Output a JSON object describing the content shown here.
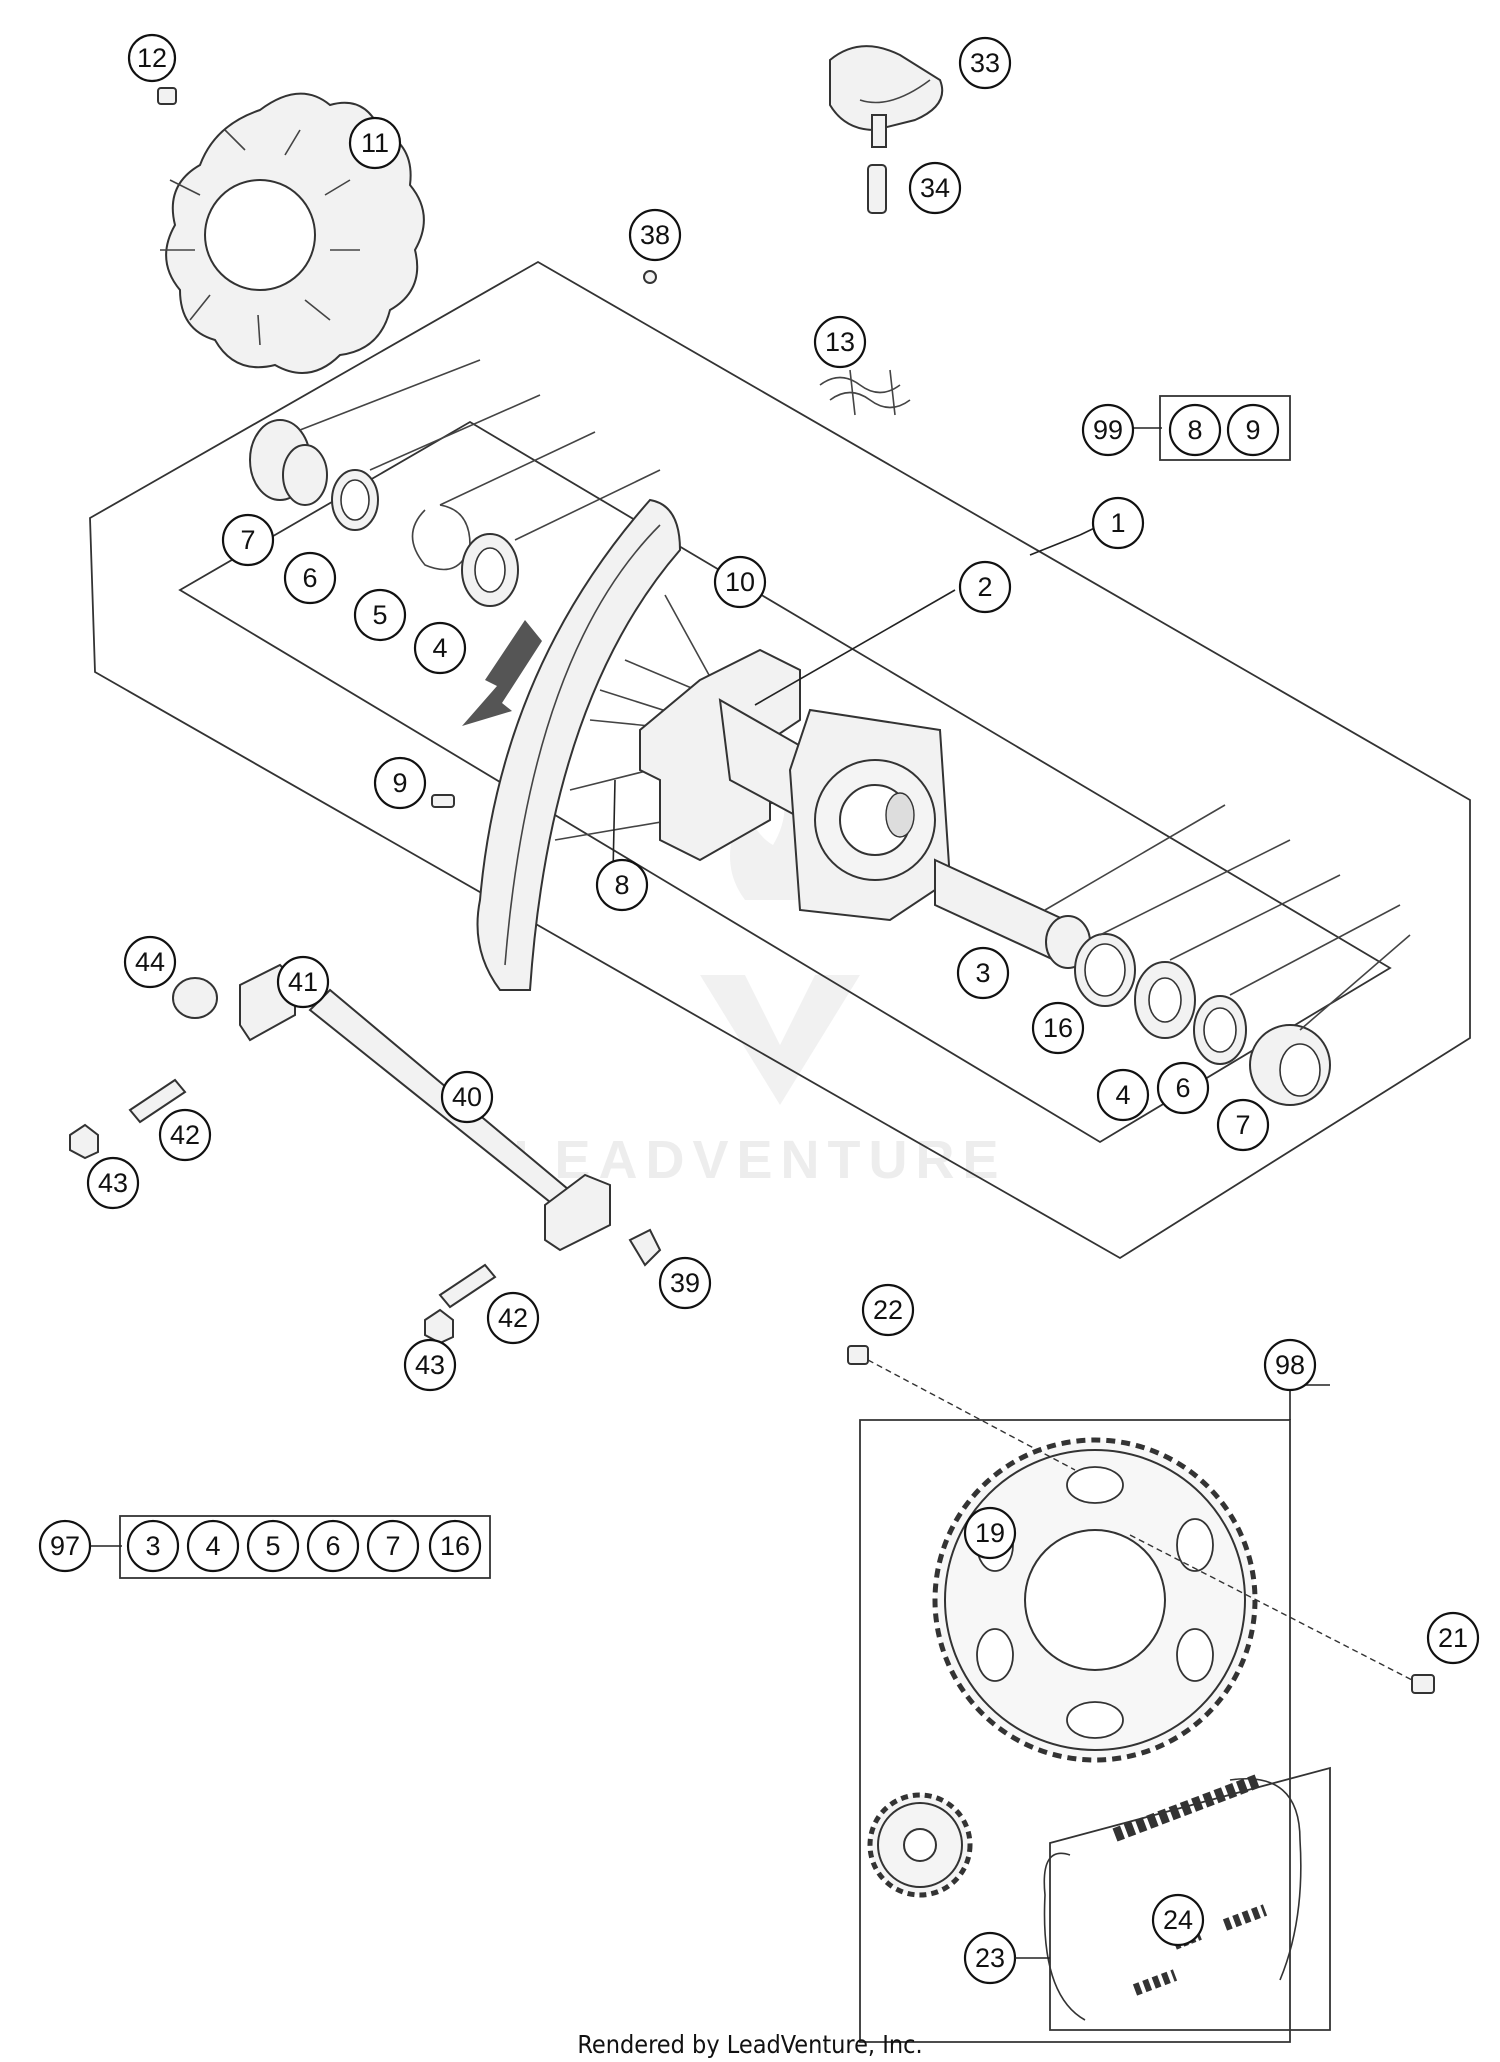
{
  "watermark": {
    "text": "LEADVENTURE"
  },
  "footer": {
    "text": "Rendered by LeadVenture, Inc."
  },
  "callouts": {
    "c12": "12",
    "c11": "11",
    "c33": "33",
    "c34": "34",
    "c38": "38",
    "c13": "13",
    "c99": "99",
    "c99a": "8",
    "c99b": "9",
    "c1": "1",
    "c2": "2",
    "c10": "10",
    "c7a": "7",
    "c6a": "6",
    "c5a": "5",
    "c4a": "4",
    "c9": "9",
    "c8": "8",
    "c3": "3",
    "c16": "16",
    "c4b": "4",
    "c6b": "6",
    "c7b": "7",
    "c44": "44",
    "c41": "41",
    "c40": "40",
    "c42a": "42",
    "c43a": "43",
    "c39": "39",
    "c42b": "42",
    "c43b": "43",
    "c22": "22",
    "c98": "98",
    "c19": "19",
    "c21": "21",
    "c24": "24",
    "c23": "23",
    "c97": "97",
    "k3": "3",
    "k4": "4",
    "k5": "5",
    "k6": "6",
    "k7": "7",
    "k16": "16"
  }
}
